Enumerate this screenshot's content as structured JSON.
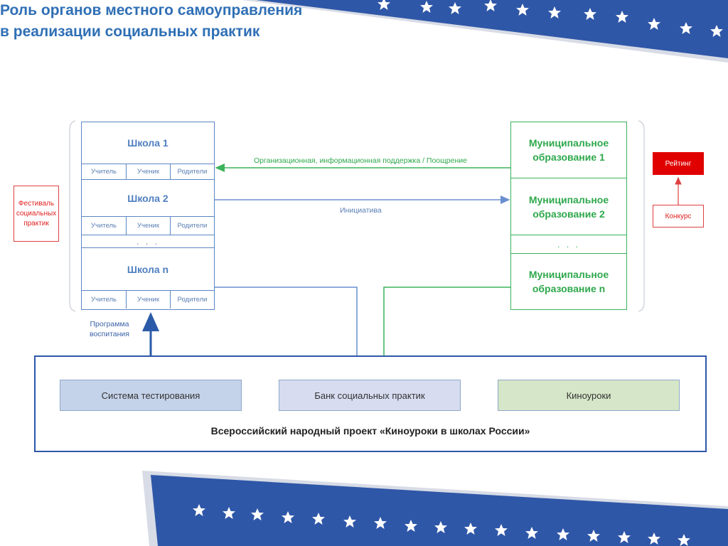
{
  "title": {
    "line1": "Роль органов местного самоуправления",
    "line2": "в реализации социальных практик"
  },
  "schools": [
    {
      "name": "Школа 1",
      "roles": [
        "Учитель",
        "Ученик",
        "Родители"
      ]
    },
    {
      "name": "Школа 2",
      "roles": [
        "Учитель",
        "Ученик",
        "Родители"
      ]
    },
    {
      "name": "Школа n",
      "roles": [
        "Учитель",
        "Ученик",
        "Родители"
      ]
    }
  ],
  "municipalities": [
    {
      "name_line1": "Муниципальное",
      "name_line2": "образование 1"
    },
    {
      "name_line1": "Муниципальное",
      "name_line2": "образование 2"
    },
    {
      "name_line1": "Муниципальное",
      "name_line2": "образование n"
    }
  ],
  "ellipsis": ". . .",
  "arrows": {
    "support": "Организационная, информационная поддержка / Поощрение",
    "initiative": "Инициатива",
    "program_line1": "Программа",
    "program_line2": "воспитания"
  },
  "festival": {
    "line1": "Фестиваль",
    "line2": "социальных",
    "line3": "практик"
  },
  "rating": "Рейтинг",
  "contest": "Конкурс",
  "platform": {
    "items": [
      "Система тестирования",
      "Банк социальных практик",
      "Киноуроки"
    ],
    "caption": "Всероссийский народный проект «Киноуроки в школах России»"
  },
  "colors": {
    "banner_blue": "#2f57a8",
    "school_blue": "#5b86c4",
    "muni_green": "#3cb35a",
    "red": "#e02020",
    "rating_fill": "#e00000",
    "title_blue": "#2f6fb5"
  }
}
